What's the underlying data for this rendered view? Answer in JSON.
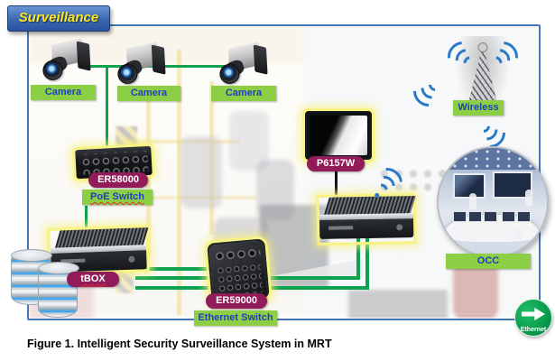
{
  "banner": {
    "label": "Surveillance"
  },
  "figure_caption": "Figure 1. Intelligent Security Surveillance System in MRT",
  "nodes": {
    "cameras": [
      {
        "label": "Camera"
      },
      {
        "label": "Camera"
      },
      {
        "label": "Camera"
      }
    ],
    "poe_switch": {
      "model": "ER58000",
      "type": "PoE Switch"
    },
    "tbox": {
      "model": "tBOX"
    },
    "ethernet_switch": {
      "model": "ER59000",
      "type": "Ethernet Switch"
    },
    "display": {
      "model": "P6157W"
    },
    "wireless": {
      "label": "Wireless"
    },
    "occ": {
      "label": "OCC"
    },
    "ethernet_link": {
      "label": "Ethernet"
    }
  },
  "colors": {
    "connector_green": "#0da24e",
    "label_green_bg": "#8ccf44",
    "label_text_blue": "#1c3fc0",
    "model_pill_maroon": "#921b59",
    "banner_blue": "#3a67b1",
    "banner_text_yellow": "#ffe71e",
    "frame_border_blue": "#4577b8",
    "wifi_blue": "#2a79c8",
    "device_glow_yellow": "#f3ee7d",
    "ethernet_badge_green": "#0aa550"
  }
}
